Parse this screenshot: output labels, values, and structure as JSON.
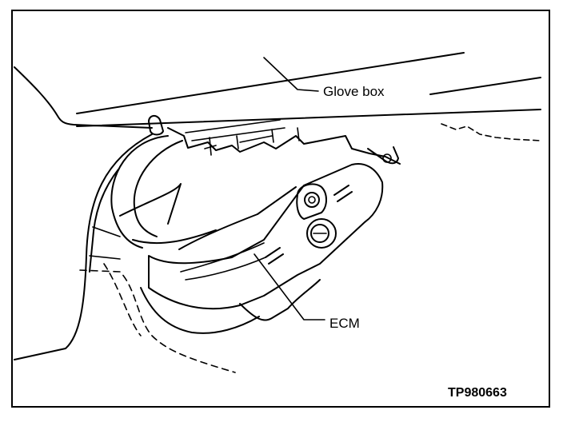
{
  "diagram": {
    "labels": {
      "glove_box": "Glove box",
      "ecm": "ECM"
    },
    "figure_code": "TP980663",
    "colors": {
      "ink": "#000000",
      "paper": "#ffffff"
    }
  }
}
